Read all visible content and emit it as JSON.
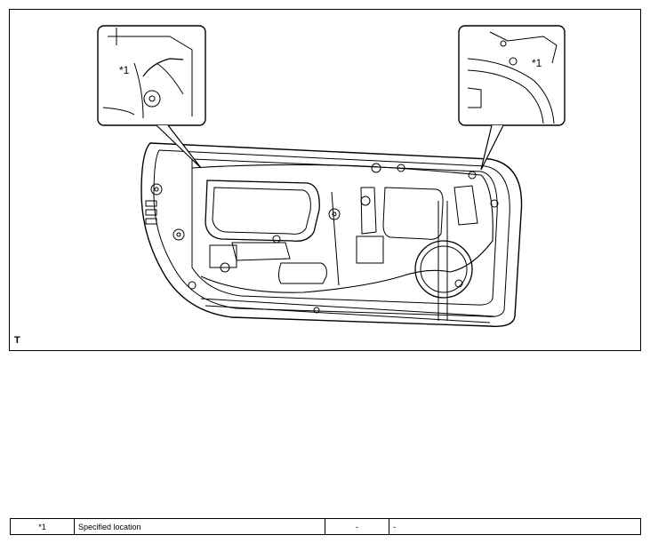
{
  "figure": {
    "code": "T",
    "callouts": [
      {
        "label": "*1"
      },
      {
        "label": "*1"
      }
    ]
  },
  "legend": {
    "rows": [
      {
        "key": "*1",
        "description": "Specified location",
        "key2": "-",
        "description2": "-"
      }
    ]
  }
}
